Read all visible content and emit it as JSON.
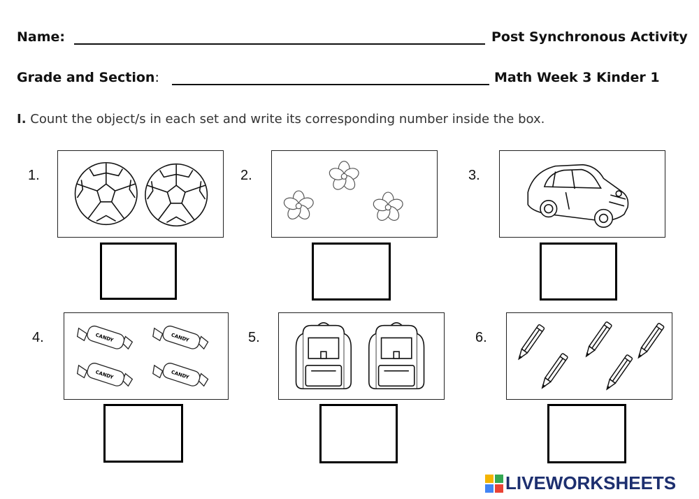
{
  "header": {
    "name_label": "Name:",
    "activity": "Post Synchronous Activity",
    "grade_label": "Grade and Section",
    "grade_colon": ":",
    "subject": "Math Week 3 Kinder 1"
  },
  "instruction": {
    "numeral": "I.",
    "text": " Count the object/s in each set and write its corresponding number inside the box."
  },
  "items": [
    {
      "number": "1.",
      "object": "soccer-ball",
      "count_drawn": 2
    },
    {
      "number": "2.",
      "object": "flower",
      "count_drawn": 3
    },
    {
      "number": "3.",
      "object": "car",
      "count_drawn": 1
    },
    {
      "number": "4.",
      "object": "candy",
      "count_drawn": 4,
      "label": "CANDY"
    },
    {
      "number": "5.",
      "object": "backpack",
      "count_drawn": 2
    },
    {
      "number": "6.",
      "object": "pencil",
      "count_drawn": 5
    }
  ],
  "footer": {
    "brand": "LIVEWORKSHEETS",
    "brand_color": "#1d2f6f"
  }
}
